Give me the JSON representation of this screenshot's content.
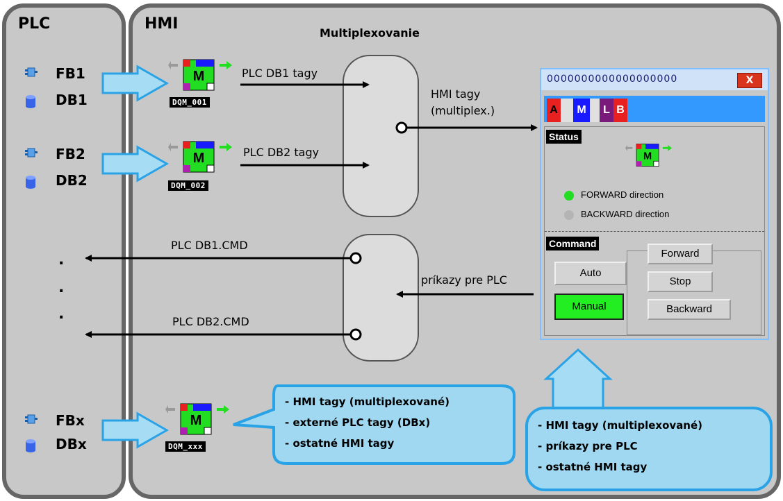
{
  "panels": {
    "plc_title": "PLC",
    "hmi_title": "HMI",
    "multiplex_title": "Multiplexovanie"
  },
  "plc_blocks": [
    {
      "fb": "FB1",
      "db": "DB1"
    },
    {
      "fb": "FB2",
      "db": "DB2"
    },
    {
      "fb": "FBx",
      "db": "DBx"
    }
  ],
  "faceplates": [
    "DQM_001",
    "DQM_002",
    "DQM_xxx"
  ],
  "arrows": {
    "db1_tags": "PLC DB1 tagy",
    "db2_tags": "PLC DB2 tagy",
    "hmi_tags_line1": "HMI tagy",
    "hmi_tags_line2": "(multiplex.)",
    "db1_cmd": "PLC DB1.CMD",
    "db2_cmd": "PLC DB2.CMD",
    "commands": "príkazy pre PLC",
    "dots": ".",
    "dots_b": ".",
    "dots_c": "."
  },
  "callout_left": [
    "- HMI tagy (multiplexované)",
    "- externé PLC tagy (DBx)",
    "- ostatné HMI tagy"
  ],
  "callout_right": [
    "- HMI tagy (multiplexované)",
    "- príkazy pre PLC",
    "- ostatné HMI tagy"
  ],
  "window": {
    "title": "0000000000000000000",
    "close": "X",
    "tabs": {
      "a": "A",
      "m": "M",
      "l": "L",
      "b": "B"
    },
    "status_label": "Status",
    "forward_dir": "FORWARD direction",
    "backward_dir": "BACKWARD direction",
    "command_label": "Command",
    "buttons": {
      "auto": "Auto",
      "manual": "Manual",
      "forward": "Forward",
      "stop": "Stop",
      "backward": "Backward"
    }
  },
  "colors": {
    "panel_fill": "#c8c8c8",
    "panel_border": "#666666",
    "callout_fill": "#9fd8f0",
    "callout_border": "#2aa3e6",
    "arrow_fill": "#a6dcf4",
    "tab_bar": "#3399ff",
    "led_on": "#22dd22",
    "led_off": "#b4b4b4"
  },
  "icons": {
    "fb": "function-block-icon",
    "db": "database-cylinder-icon",
    "faceplate": "motor-faceplate-icon"
  }
}
